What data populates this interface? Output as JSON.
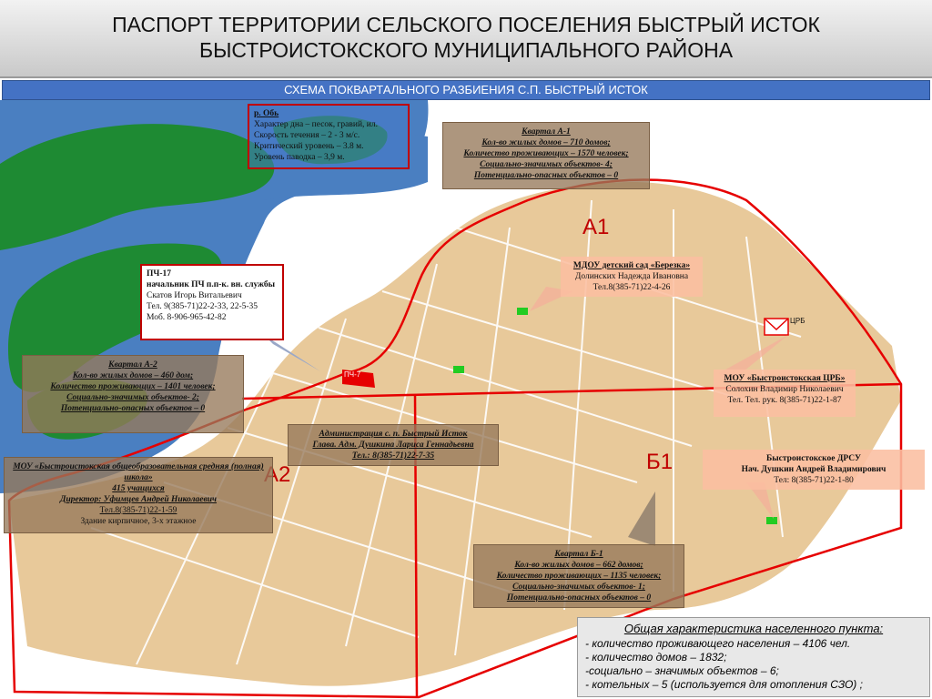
{
  "header": {
    "title_line1": "ПАСПОРТ ТЕРРИТОРИИ СЕЛЬСКОГО ПОСЕЛЕНИЯ БЫСТРЫЙ ИСТОК",
    "title_line2": "БЫСТРОИСТОКСКОГО МУНИЦИПАЛЬНОГО РАЙОНА"
  },
  "subtitle": "СХЕМА ПОКВАРТАЛЬНОГО РАЗБИЕНИЯ С.П. БЫСТРЫЙ ИСТОК",
  "colors": {
    "boundary": "#e60000",
    "water": "#4a7fc1",
    "forest": "#1e8a33",
    "buildings": "#e8c99a",
    "header_bar": "#4472c4"
  },
  "zones": {
    "a1": "А1",
    "a2": "А2",
    "b1": "Б1"
  },
  "river": {
    "title": "р. Обь",
    "lines": [
      "Характер дна – песок, гравий, ил.",
      "Скорость течения – 2 - 3 м/с.",
      "Критический уровень – 3.8 м.",
      "Уровень паводка – 3,9 м."
    ]
  },
  "fire_station": {
    "title": "ПЧ-17",
    "subtitle": "начальник ПЧ п.п-к. вн. службы",
    "lines": [
      "Скатов Игорь Витальевич",
      "Тел. 9(385-71)22-2-33, 22-5-35",
      "Моб. 8-906-965-42-82"
    ],
    "marker": "ПЧ-7"
  },
  "block_a1": {
    "title": "Квартал А-1",
    "lines": [
      "Кол-во жилых домов – 710 домов;",
      "Количество проживающих – 1570 человек;",
      "Социально-значимых объектов- 4;",
      "Потенциально-опасных объектов – 0"
    ]
  },
  "block_a2": {
    "title": "Квартал А-2",
    "lines": [
      "Кол-во жилых домов – 460 дом;",
      "Количество проживающих – 1401 человек;",
      "Социально-значимых объектов- 2;",
      "Потенциально-опасных объектов – 0"
    ]
  },
  "block_b1": {
    "title": "Квартал Б-1",
    "lines": [
      "Кол-во жилых домов – 662 домов;",
      "Количество проживающих – 1135 человек;",
      "Социально-значимых объектов- 1;",
      "Потенциально-опасных объектов – 0"
    ]
  },
  "kindergarten": {
    "title": "МДОУ детский сад «Березка»",
    "lines": [
      "Долинских Надежда Ивановна",
      "Тел.8(385-71)22-4-26"
    ]
  },
  "hospital": {
    "title": "МОУ «Быстроистокская ЦРБ»",
    "lines": [
      "Солохин Владимир Николаевич",
      "Тел. Тел. рук. 8(385-71)22-1-87"
    ],
    "marker": "ЦРБ"
  },
  "administration": {
    "title": "Администрация с. п. Быстрый Исток",
    "lines": [
      "Глава. Адм. Душкина Лариса Геннадьевна",
      "Тел.: 8(385-71)22-7-35"
    ]
  },
  "school": {
    "title": "МОУ «Быстроистокская общеобразовательная средняя (полная) школа»",
    "lines": [
      "415 учащихся",
      "Директор: Уфимцев Андрей Николаевич",
      "Тел.8(385-71)22-1-59",
      "Здание кирпичное, 3-х этажное"
    ]
  },
  "road_service": {
    "title": "Быстроистокское ДРСУ",
    "lines": [
      "Нач. Душкин Андрей Владимирович",
      "Тел: 8(385-71)22-1-80"
    ]
  },
  "summary": {
    "title": "Общая характеристика населенного пункта:",
    "lines": [
      "- количество проживающего населения – 4106 чел.",
      "- количество домов – 1832;",
      "-социально – значимых объектов – 6;",
      "- котельных – 5 (используется для отопления СЗО) ;"
    ]
  }
}
